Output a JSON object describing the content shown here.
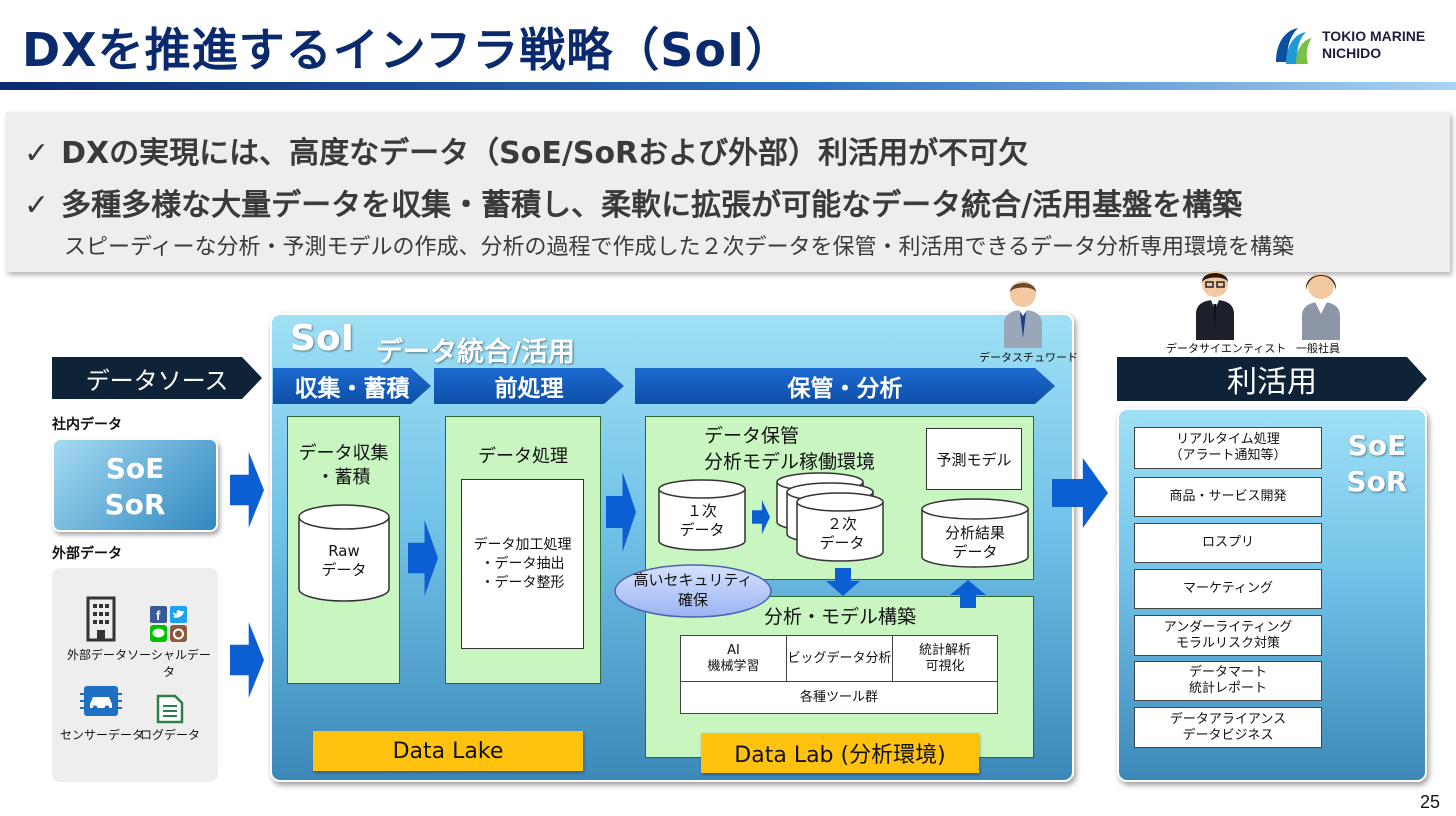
{
  "slide": {
    "title": "DXを推進するインフラ戦略（SoI）",
    "page_number": "25",
    "logo": {
      "line1": "TOKIO MARINE",
      "line2": "NICHIDO"
    }
  },
  "summary": {
    "check": "✓",
    "bullets": [
      "DXの実現には、高度なデータ（SoE/SoRおよび外部）利活用が不可欠",
      "多種多様な大量データを収集・蓄積し、柔軟に拡張が可能なデータ統合/活用基盤を構築"
    ],
    "subline": "スピーディーな分析・予測モデルの作成、分析の過程で作成した２次データを保管・利活用できるデータ分析専用環境を構築"
  },
  "sources": {
    "header": "データソース",
    "internal_label": "社内データ",
    "internal_card": [
      "SoE",
      "SoR"
    ],
    "external_label": "外部データ",
    "external_items": [
      "外部データ",
      "ソーシャルデータ",
      "センサーデータ",
      "ログデータ"
    ]
  },
  "soi": {
    "logo": "SoI",
    "title": "データ統合/活用",
    "steward": "データスチュワード",
    "stages": [
      "収集・蓄積",
      "前処理",
      "保管・分析"
    ],
    "collect": {
      "title_l1": "データ収集",
      "title_l2": "・蓄積",
      "cyl_l1": "Raw",
      "cyl_l2": "データ"
    },
    "preprocess": {
      "title": "データ処理",
      "inner": [
        "データ加工処理",
        "・データ抽出",
        "・データ整形"
      ]
    },
    "storage": {
      "title_l1": "データ保管",
      "title_l2": "分析モデル稼働環境",
      "primary": [
        "１次",
        "データ"
      ],
      "secondary": [
        "２次",
        "データ"
      ],
      "model": "予測モデル",
      "result": [
        "分析結果",
        "データ"
      ]
    },
    "security": [
      "高いセキュリティ",
      "確保"
    ],
    "modeling": {
      "title": "分析・モデル構築",
      "tools": [
        [
          "AI",
          "機械学習"
        ],
        [
          "ビッグデータ分析"
        ],
        [
          "統計解析",
          "可視化"
        ]
      ],
      "tools_footer": "各種ツール群"
    },
    "data_lake": "Data Lake",
    "data_lab": "Data Lab (分析環境)"
  },
  "usage": {
    "header": "利活用",
    "personas": [
      "データサイエンティスト",
      "一般社員"
    ],
    "card": [
      "SoE",
      "SoR"
    ],
    "items": [
      [
        "リアルタイム処理",
        "（アラート通知等）"
      ],
      [
        "商品・サービス開発"
      ],
      [
        "ロスプリ"
      ],
      [
        "マーケティング"
      ],
      [
        "アンダーライティング",
        "モラルリスク対策"
      ],
      [
        "データマート",
        "統計レポート"
      ],
      [
        "データアライアンス",
        "データビジネス"
      ]
    ]
  },
  "colors": {
    "navy": "#0b2a6e",
    "band_blue": "#1c6ad0",
    "band_dark": "#0e2238",
    "green": "#c8f5c0",
    "yellow": "#ffc20e"
  }
}
